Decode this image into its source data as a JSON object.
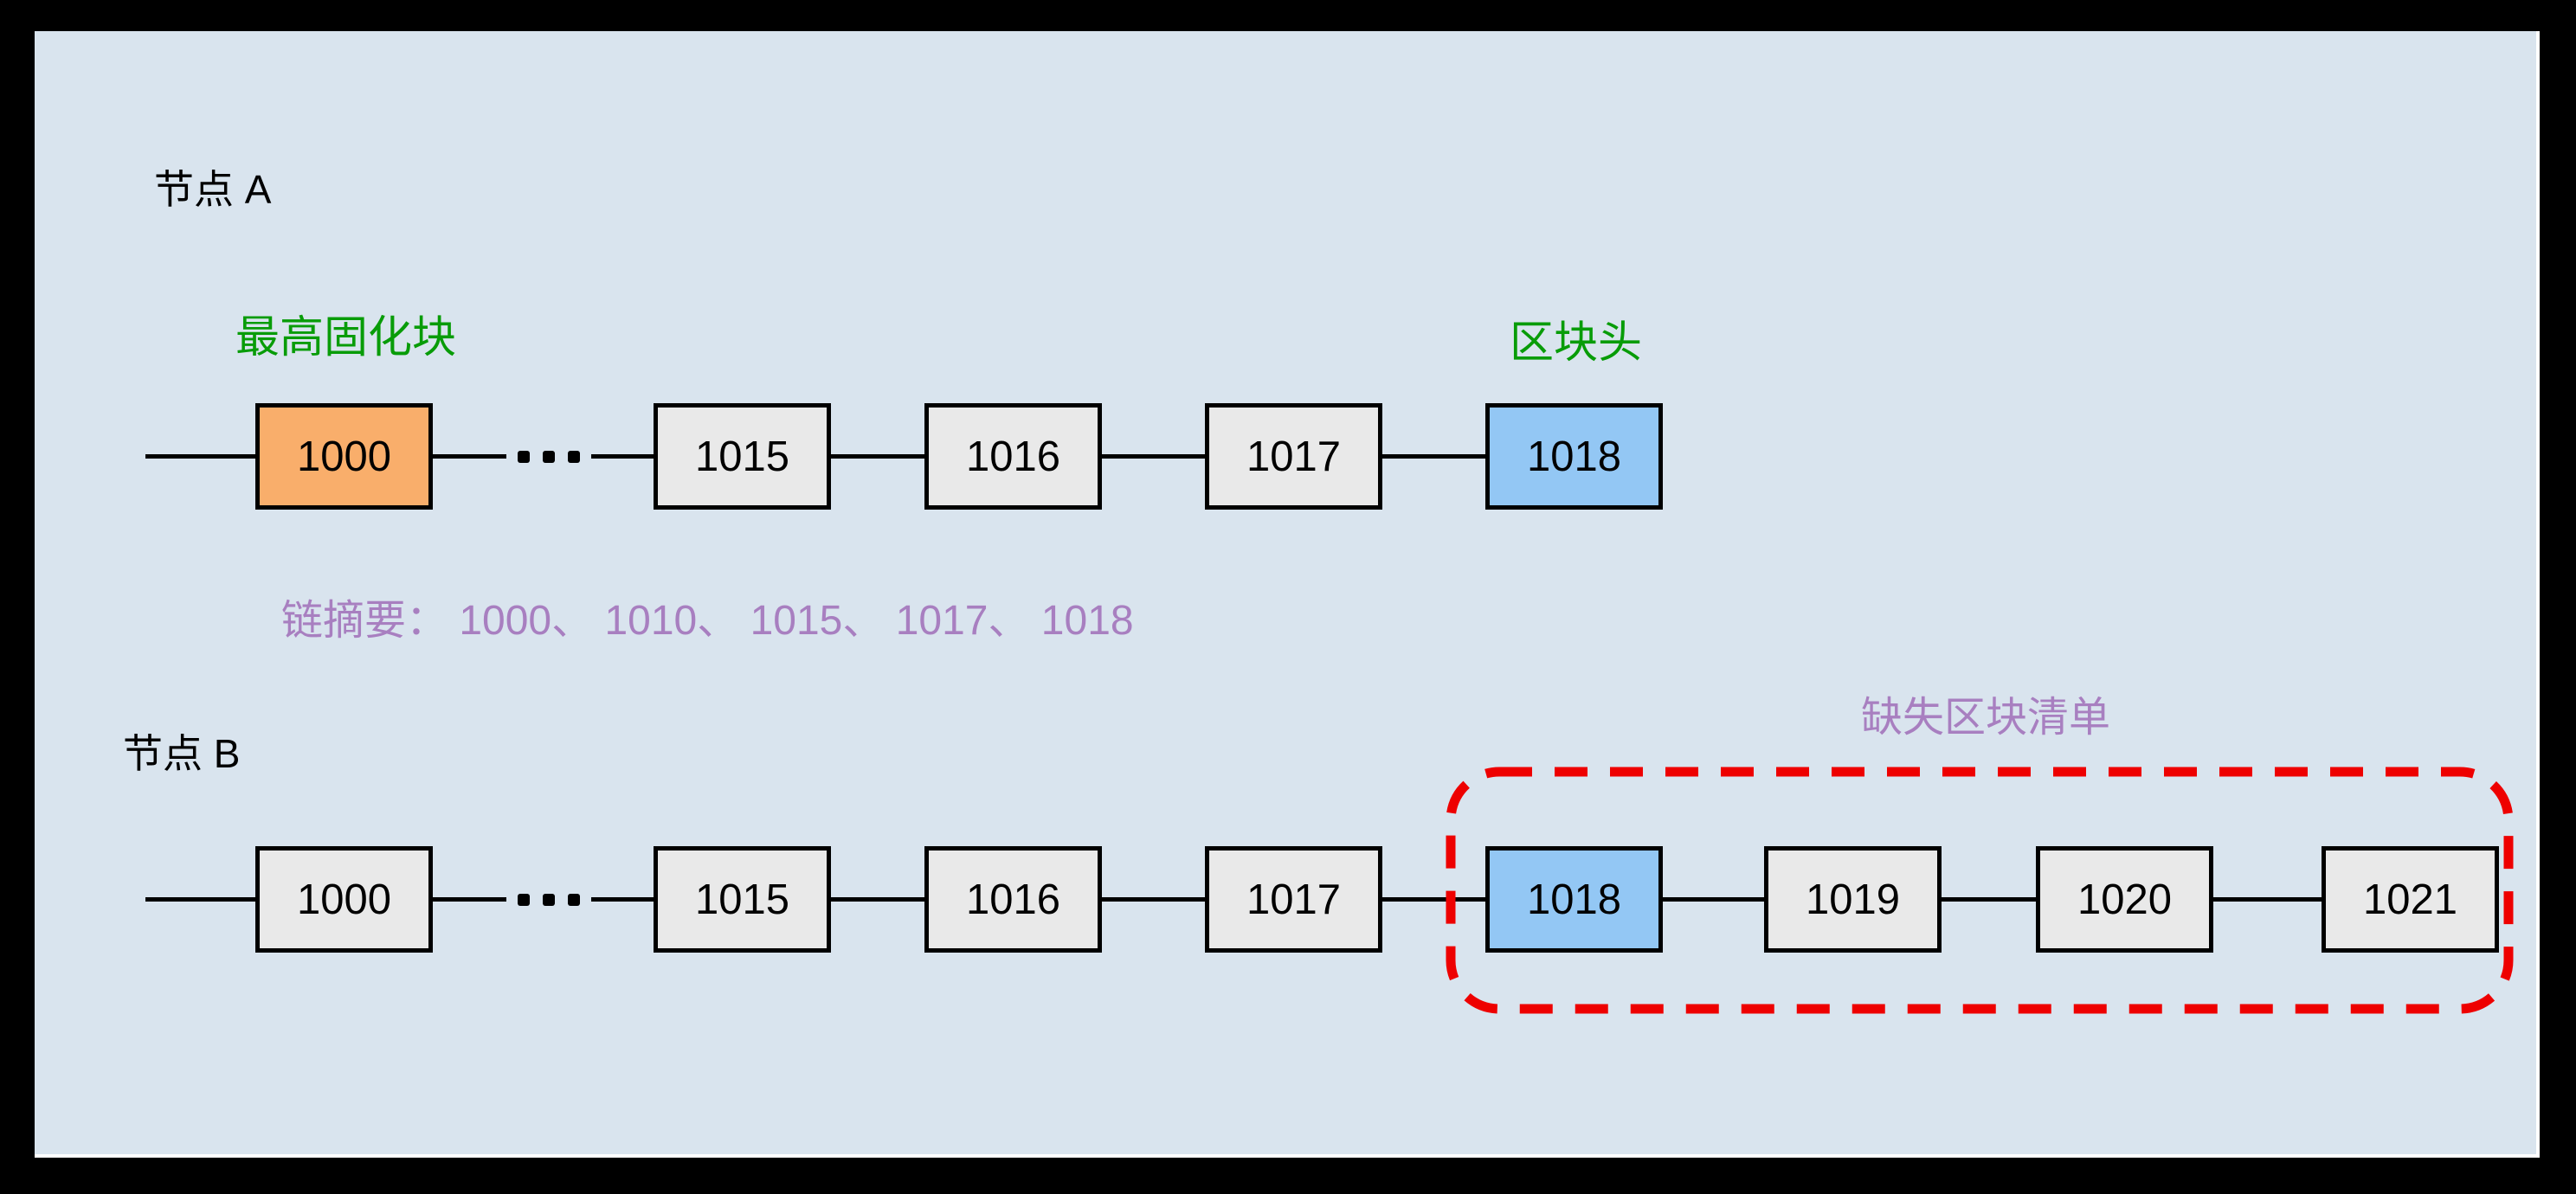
{
  "diagram": {
    "title_semantic": "blockchain-sync-missing-blocks-diagram",
    "node_a": {
      "label": "节点 A",
      "finalized_block_label": "最高固化块",
      "head_block_label": "区块头",
      "digest_text": "链摘要： 1000、 1010、 1015、 1017、 1018",
      "blocks": [
        {
          "id": "1000",
          "type": "finalized"
        },
        {
          "id": "...",
          "type": "ellipsis"
        },
        {
          "id": "1015",
          "type": "normal"
        },
        {
          "id": "1016",
          "type": "normal"
        },
        {
          "id": "1017",
          "type": "normal"
        },
        {
          "id": "1018",
          "type": "head"
        }
      ]
    },
    "node_b": {
      "label": "节点 B",
      "missing_list_label": "缺失区块清单",
      "missing_blocks": [
        "1018",
        "1019",
        "1020",
        "1021"
      ],
      "blocks": [
        {
          "id": "1000",
          "type": "normal"
        },
        {
          "id": "...",
          "type": "ellipsis"
        },
        {
          "id": "1015",
          "type": "normal"
        },
        {
          "id": "1016",
          "type": "normal"
        },
        {
          "id": "1017",
          "type": "normal"
        },
        {
          "id": "1018",
          "type": "head"
        },
        {
          "id": "1019",
          "type": "normal"
        },
        {
          "id": "1020",
          "type": "normal"
        },
        {
          "id": "1021",
          "type": "normal"
        }
      ]
    },
    "colors": {
      "canvas_background": "#d9e4ee",
      "block_fill": "#e9e9e9",
      "finalized_fill": "#f9ae6b",
      "head_fill": "#93c7f4",
      "annotation_green": "#089c08",
      "annotation_purple": "#a87fc0",
      "missing_box_red": "#ee0000",
      "line_color": "#000000"
    }
  }
}
